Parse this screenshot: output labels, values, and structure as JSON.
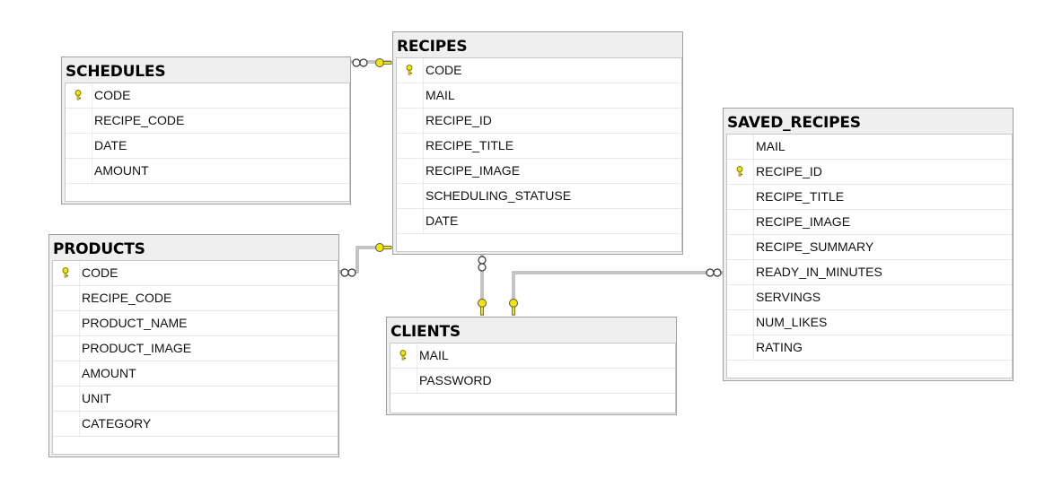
{
  "colors": {
    "key": "#f2e600",
    "key_outline": "#6a6a00",
    "line": "#707070"
  },
  "tables": {
    "schedules": {
      "title": "SCHEDULES",
      "columns": [
        {
          "name": "CODE",
          "pk": true
        },
        {
          "name": "RECIPE_CODE"
        },
        {
          "name": "DATE"
        },
        {
          "name": "AMOUNT"
        }
      ]
    },
    "recipes": {
      "title": "RECIPES",
      "columns": [
        {
          "name": "CODE",
          "pk": true
        },
        {
          "name": "MAIL"
        },
        {
          "name": "RECIPE_ID"
        },
        {
          "name": "RECIPE_TITLE"
        },
        {
          "name": "RECIPE_IMAGE"
        },
        {
          "name": "SCHEDULING_STATUSE"
        },
        {
          "name": "DATE"
        }
      ]
    },
    "products": {
      "title": "PRODUCTS",
      "columns": [
        {
          "name": "CODE",
          "pk": true
        },
        {
          "name": "RECIPE_CODE"
        },
        {
          "name": "PRODUCT_NAME"
        },
        {
          "name": "PRODUCT_IMAGE"
        },
        {
          "name": "AMOUNT"
        },
        {
          "name": "UNIT"
        },
        {
          "name": "CATEGORY"
        }
      ]
    },
    "clients": {
      "title": "CLIENTS",
      "columns": [
        {
          "name": "MAIL",
          "pk": true
        },
        {
          "name": "PASSWORD"
        }
      ]
    },
    "saved_recipes": {
      "title": "SAVED_RECIPES",
      "columns": [
        {
          "name": "MAIL"
        },
        {
          "name": "RECIPE_ID",
          "pk": true
        },
        {
          "name": "RECIPE_TITLE"
        },
        {
          "name": "RECIPE_IMAGE"
        },
        {
          "name": "RECIPE_SUMMARY"
        },
        {
          "name": "READY_IN_MINUTES"
        },
        {
          "name": "SERVINGS"
        },
        {
          "name": "NUM_LIKES"
        },
        {
          "name": "RATING"
        }
      ]
    }
  },
  "relationships": [
    {
      "from": "schedules",
      "to": "recipes"
    },
    {
      "from": "products",
      "to": "recipes"
    },
    {
      "from": "recipes",
      "to": "clients"
    },
    {
      "from": "saved_recipes",
      "to": "clients"
    }
  ]
}
